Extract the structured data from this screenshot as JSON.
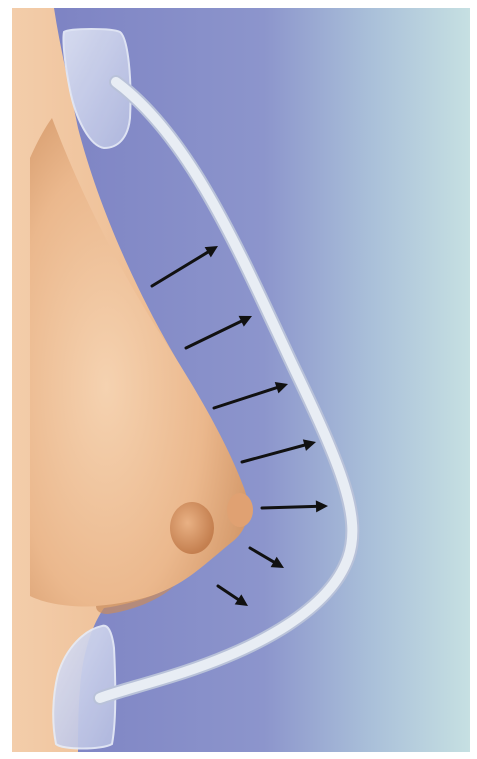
{
  "figure": {
    "subject": "breast-lift-vacuum-device",
    "labels": [],
    "elements": {
      "upper_anchor_pad": "translucent-pad",
      "lower_anchor_pad": "translucent-pad",
      "support_band": "curved-white-band",
      "arrows": {
        "count": 7,
        "direction": "outward-toward-band"
      },
      "torso": "skin-tone-silhouette"
    },
    "colors": {
      "background_left": "#7b80c2",
      "background_mid": "#8c95cc",
      "background_right": "#c6e0e2",
      "skin_light": "#f3cdaa",
      "skin_mid": "#e8b187",
      "skin_shadow": "#c98c5d",
      "band_fill": "#e8edf4",
      "band_edge": "#b9c2d9",
      "arrow": "#111111",
      "pad_fill": "#c9d0ea",
      "pad_edge": "#e6ebf7"
    }
  }
}
